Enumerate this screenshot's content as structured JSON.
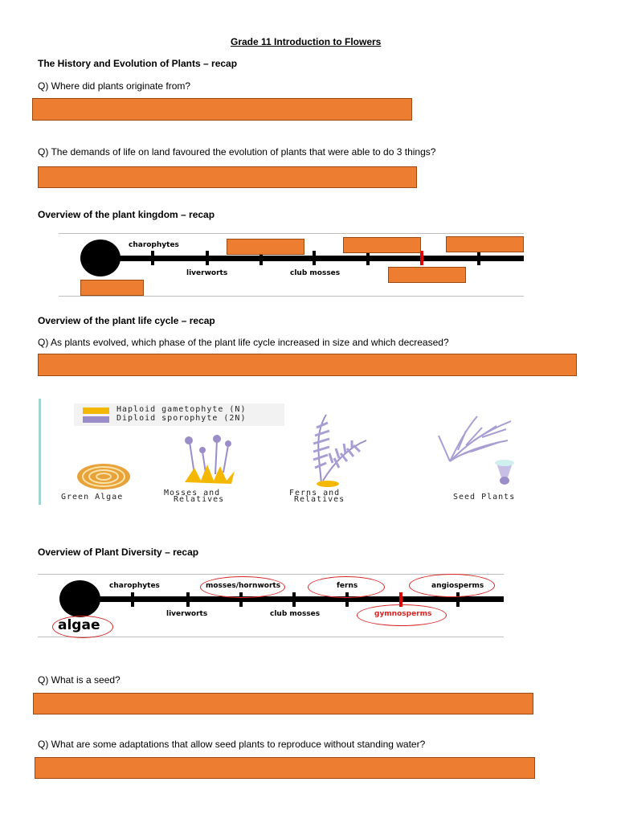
{
  "doc": {
    "title": "Grade 11 Introduction to Flowers",
    "section1": "The History and Evolution of Plants – recap",
    "q1": "Q) Where did plants originate from?",
    "q2": "Q) The demands of life on land favoured the evolution of plants that were able to do 3 things?",
    "section2": "Overview of the plant kingdom – recap",
    "section3": "Overview of the plant life cycle – recap",
    "q3": "Q) As plants evolved, which phase of the plant life cycle increased in size and which decreased?",
    "section4": "Overview of Plant Diversity – recap",
    "q4": "Q) What is a seed?",
    "q5": "Q) What are some adaptations that allow seed plants to reproduce without standing water?"
  },
  "timeline1": {
    "charophytes": "charophytes",
    "liverworts": "liverworts",
    "club_mosses": "club mosses"
  },
  "timeline2": {
    "algae": "algae",
    "charophytes": "charophytes",
    "mosses": "mosses/hornworts",
    "ferns": "ferns",
    "angiosperms": "angiosperms",
    "liverworts": "liverworts",
    "club_mosses": "club mosses",
    "gymnosperms": "gymnosperms"
  },
  "lifecycle": {
    "legend_haploid": "Haploid gametophyte (N)",
    "legend_diploid": "Diploid sporophyte (2N)",
    "green_algae": "Green Algae",
    "mosses_line1": "Mosses and",
    "mosses_line2": "Relatives",
    "ferns_line1": "Ferns and",
    "ferns_line2": "Relatives",
    "seed_plants": "Seed Plants"
  },
  "colors": {
    "answer_box": "#ed7d31",
    "haploid": "#f5b800",
    "diploid": "#9b8ec8",
    "highlight_red": "#d62424"
  }
}
